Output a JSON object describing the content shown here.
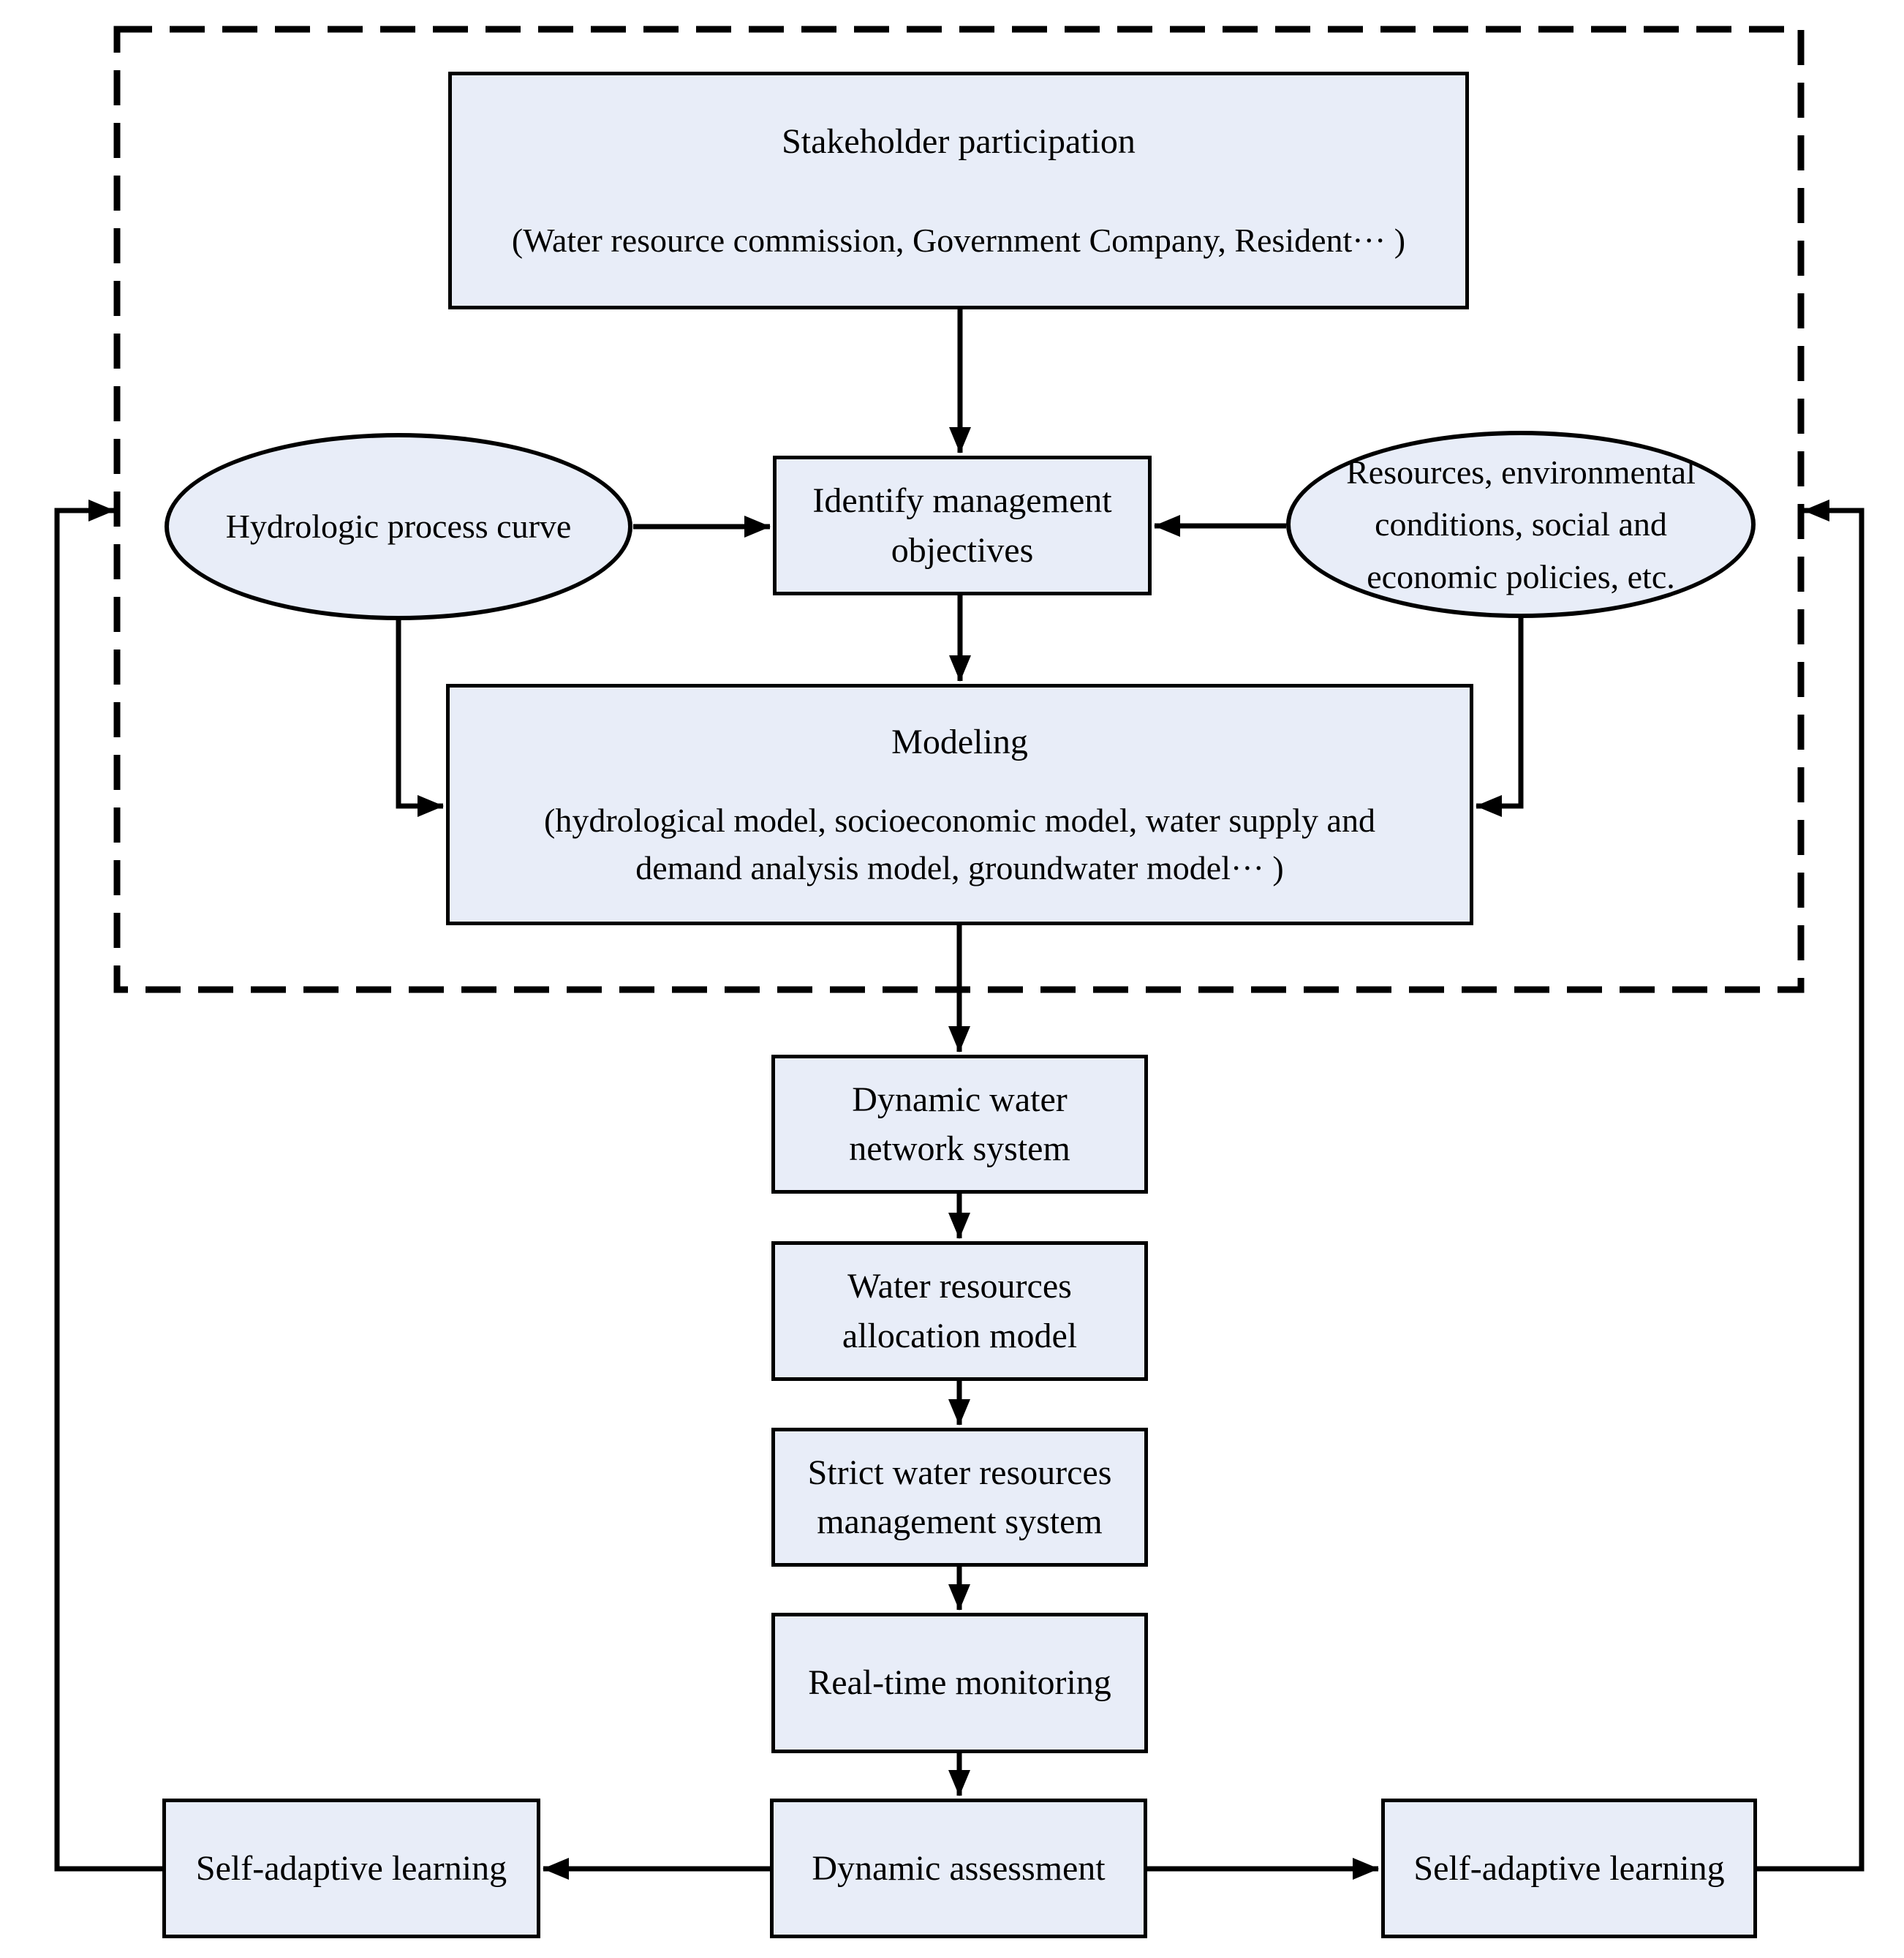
{
  "nodes": {
    "stakeholder": {
      "title": "Stakeholder participation",
      "subtitle": "(Water resource commission, Government Company, Resident··· )"
    },
    "hydrologic_curve": {
      "label": "Hydrologic process curve"
    },
    "identify_objectives": {
      "label": "Identify management\nobjectives"
    },
    "resources_conditions": {
      "label": "Resources, environmental\nconditions, social and\neconomic policies, etc."
    },
    "modeling": {
      "title": "Modeling",
      "subtitle": "(hydrological model, socioeconomic model, water supply and\ndemand analysis model, groundwater model··· )"
    },
    "dynamic_water_network": {
      "label": "Dynamic water\nnetwork system"
    },
    "water_allocation": {
      "label": "Water resources\nallocation model"
    },
    "strict_management": {
      "label": "Strict water resources\nmanagement system"
    },
    "realtime_monitoring": {
      "label": "Real-time monitoring"
    },
    "dynamic_assessment": {
      "label": "Dynamic assessment"
    },
    "self_adaptive_left": {
      "label": "Self-adaptive learning"
    },
    "self_adaptive_right": {
      "label": "Self-adaptive learning"
    }
  },
  "colors": {
    "node_fill": "#e8edf8",
    "stroke": "#000000",
    "background": "#ffffff"
  }
}
